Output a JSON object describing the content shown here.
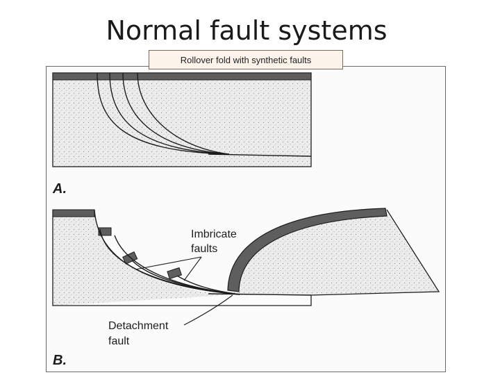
{
  "slide": {
    "title": "Normal fault systems",
    "caption": "Rollover fold with synthetic faults"
  },
  "figure": {
    "panel_a_label": "A.",
    "panel_b_label": "B.",
    "imbricate_label_line1": "Imbricate",
    "imbricate_label_line2": "faults",
    "detachment_label_line1": "Detachment",
    "detachment_label_line2": "fault"
  },
  "colors": {
    "stipple_fill": "#ececec",
    "marker_bed": "#5e5e5e",
    "line": "#1c1c1c"
  }
}
